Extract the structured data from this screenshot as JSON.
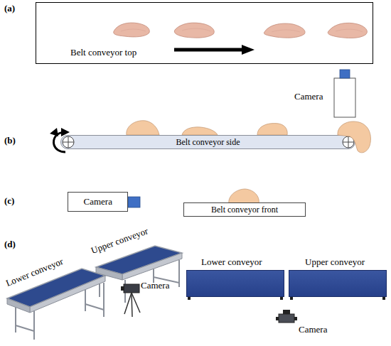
{
  "diagram": {
    "nodes": [
      {
        "text": [
          "Belt conveyor top"
        ]
      },
      {
        "text": [
          "Belt conveyor side"
        ]
      },
      {
        "text": [
          "Camera"
        ]
      },
      {
        "text": [
          "Belt conveyor front"
        ]
      },
      {
        "text": [
          "Lower conveyor"
        ]
      },
      {
        "text": [
          "Upper conveyor"
        ]
      }
    ],
    "labels": [
      "(a)",
      "Camera",
      "(b)",
      "(c)",
      "(d)",
      "Lower conveyor",
      "Upper conveyor",
      "Camera",
      "Camera"
    ]
  }
}
